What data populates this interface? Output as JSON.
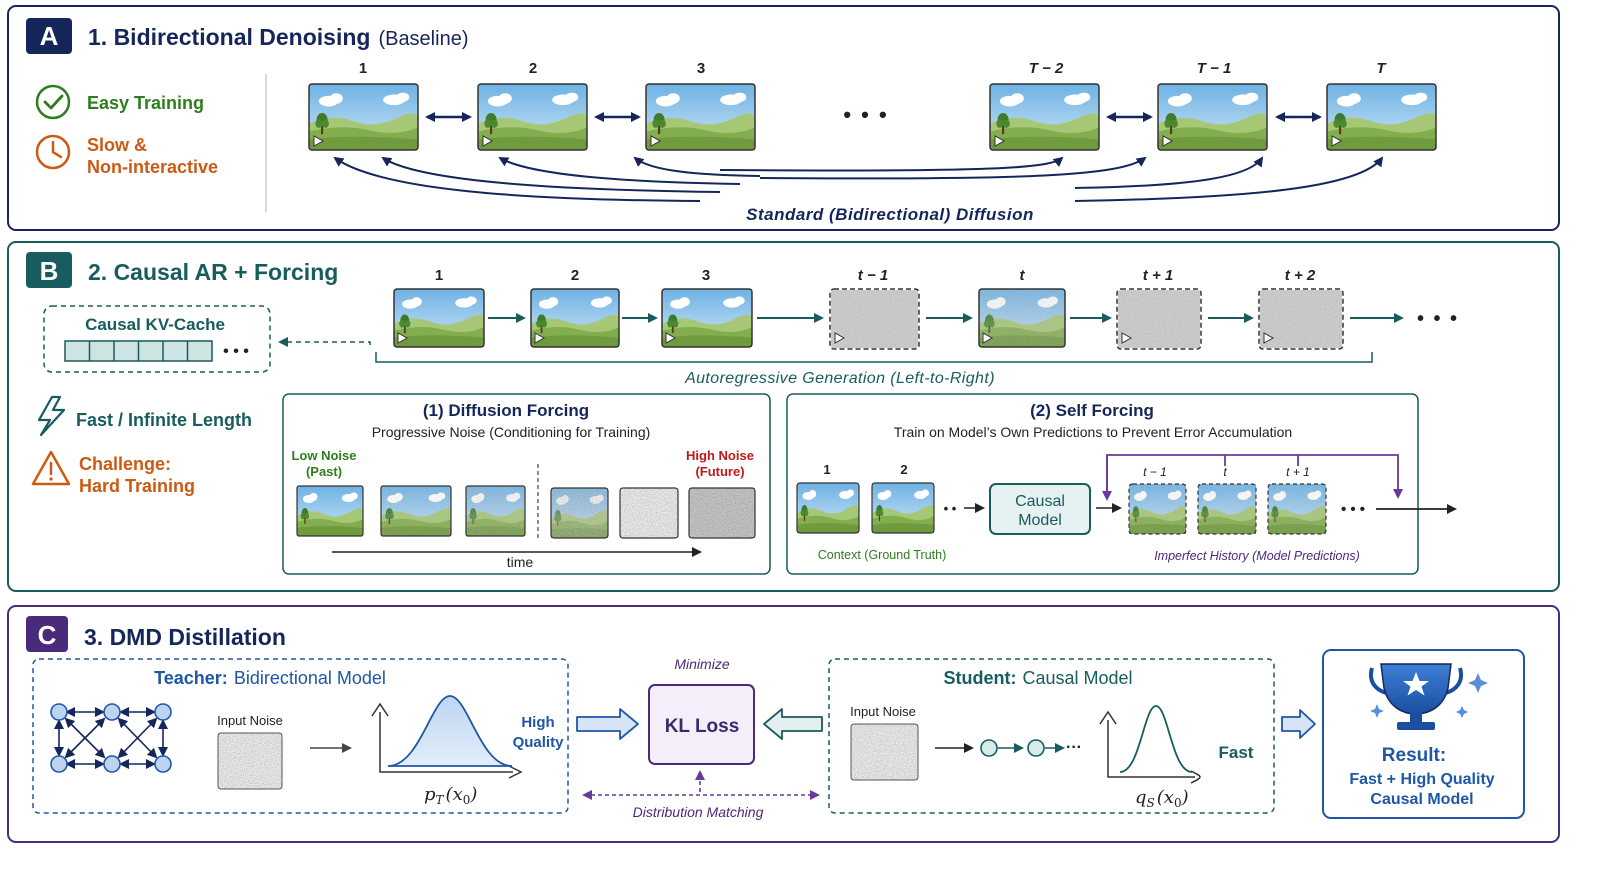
{
  "panel_a": {
    "letter": "A",
    "title": "1. Bidirectional Denoising",
    "title_suffix": "(Baseline)",
    "pros": "Easy Training",
    "cons_line1": "Slow &",
    "cons_line2": "Non-interactive",
    "frame_labels": [
      "1",
      "2",
      "3",
      "T − 2",
      "T − 1",
      "T"
    ],
    "ellipsis": "• • •",
    "caption": "Standard (Bidirectional) Diffusion",
    "icons": [
      "check-circle-icon",
      "clock-icon",
      "play-icon"
    ]
  },
  "panel_b": {
    "letter": "B",
    "title": "2. Causal AR + Forcing",
    "cache_label": "Causal KV-Cache",
    "cache_ellipsis": "• • •",
    "frame_labels": [
      "1",
      "2",
      "3",
      "t − 1",
      "t",
      "t + 1",
      "t + 2"
    ],
    "gen_ellipsis": "• • •",
    "gen_caption": "Autoregressive Generation (Left-to-Right)",
    "pros": "Fast / Infinite Length",
    "cons_line1": "Challenge:",
    "cons_line2": "Hard Training",
    "icons": [
      "lightning-icon",
      "warning-icon"
    ],
    "diffusion_forcing": {
      "title": "(1) Diffusion Forcing",
      "subtitle": "Progressive Noise (Conditioning for Training)",
      "low_label_1": "Low Noise",
      "low_label_2": "(Past)",
      "high_label_1": "High Noise",
      "high_label_2": "(Future)",
      "axis_label": "time"
    },
    "self_forcing": {
      "title": "(2)  Self Forcing",
      "subtitle": "Train on Model’s Own Predictions to Prevent Error Accumulation",
      "context_labels": [
        "1",
        "2"
      ],
      "model_line1": "Causal",
      "model_line2": "Model",
      "pred_labels": [
        "t − 1",
        "t",
        "t + 1"
      ],
      "dots": "• •",
      "tail_dots": "• • •",
      "context_caption": "Context (Ground Truth)",
      "history_caption": "Imperfect History (Model Predictions)"
    }
  },
  "panel_c": {
    "letter": "C",
    "title": "3. DMD Distillation",
    "teacher_prefix": "Teacher:",
    "teacher_name": "Bidirectional Model",
    "teacher_input": "Input Noise",
    "teacher_quality_1": "High",
    "teacher_quality_2": "Quality",
    "teacher_dist": "p",
    "teacher_dist_sub": "T",
    "teacher_dist_arg": "(x",
    "teacher_dist_arg_sub": "0",
    "teacher_dist_close": ")",
    "minimize": "Minimize",
    "loss": "KL Loss",
    "matching": "Distribution Matching",
    "student_prefix": "Student:",
    "student_name": "Causal Model",
    "student_input": "Input Noise",
    "student_chain_dots": "···",
    "student_speed": "Fast",
    "student_dist": "q",
    "student_dist_sub": "S",
    "student_dist_arg": "(x",
    "student_dist_arg_sub": "0",
    "student_dist_close": ")",
    "result_title": "Result:",
    "result_line1": "Fast + High Quality",
    "result_line2": "Causal Model",
    "icons": [
      "trophy-icon",
      "sparkle-icon"
    ]
  },
  "colors": {
    "navy": "#15275a",
    "teal": "#185c5f",
    "purple": "#4a2a7a",
    "blue": "#1f57a8",
    "green": "#2e7d1e",
    "orange": "#cc5a14",
    "red": "#c01818",
    "sky": "#8ec3ea",
    "grass": "#83ae4e"
  }
}
